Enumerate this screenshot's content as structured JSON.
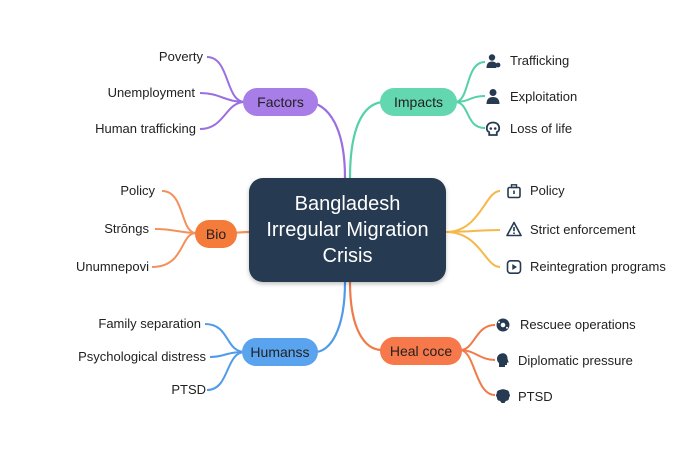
{
  "center": {
    "lines": [
      "Bangladesh",
      "Irregular Migration",
      "Crisis"
    ]
  },
  "branches": {
    "factors": {
      "label": "Factors",
      "color": "#9b6fe0",
      "fill": "#a97de8",
      "leaves": [
        "Poverty",
        "Unemployment",
        "Human trafficking"
      ]
    },
    "bio": {
      "label": "Bio",
      "color": "#f3915a",
      "fill": "#f47b3a",
      "leaves": [
        "Policy",
        "Strōngs",
        "Unumnepovi"
      ]
    },
    "humans": {
      "label": "Humanss",
      "color": "#4f9bea",
      "fill": "#5aa3ee",
      "leaves": [
        "Family separation",
        "Psychological distress",
        "PTSD"
      ]
    },
    "impacts": {
      "label": "Impacts",
      "color": "#54d1a8",
      "fill": "#63d7b0",
      "leaves": [
        {
          "text": "Trafficking",
          "icon": "user-pin-icon"
        },
        {
          "text": "Exploitation",
          "icon": "user-icon"
        },
        {
          "text": "Loss of life",
          "icon": "skull-icon"
        }
      ]
    },
    "policy": {
      "color": "#f6b84a",
      "leaves": [
        {
          "text": "Policy",
          "icon": "briefcase-icon"
        },
        {
          "text": "Strict enforcement",
          "icon": "warning-icon"
        },
        {
          "text": "Reintegration programs",
          "icon": "play-icon"
        }
      ]
    },
    "healcoce": {
      "label": "Heal coce",
      "color": "#f07a4a",
      "fill": "#f7784a",
      "leaves": [
        {
          "text": "Rescuee operations",
          "icon": "gear-icon"
        },
        {
          "text": "Diplomatic pressure",
          "icon": "head-icon"
        },
        {
          "text": "PTSD",
          "icon": "brain-icon"
        }
      ]
    }
  }
}
